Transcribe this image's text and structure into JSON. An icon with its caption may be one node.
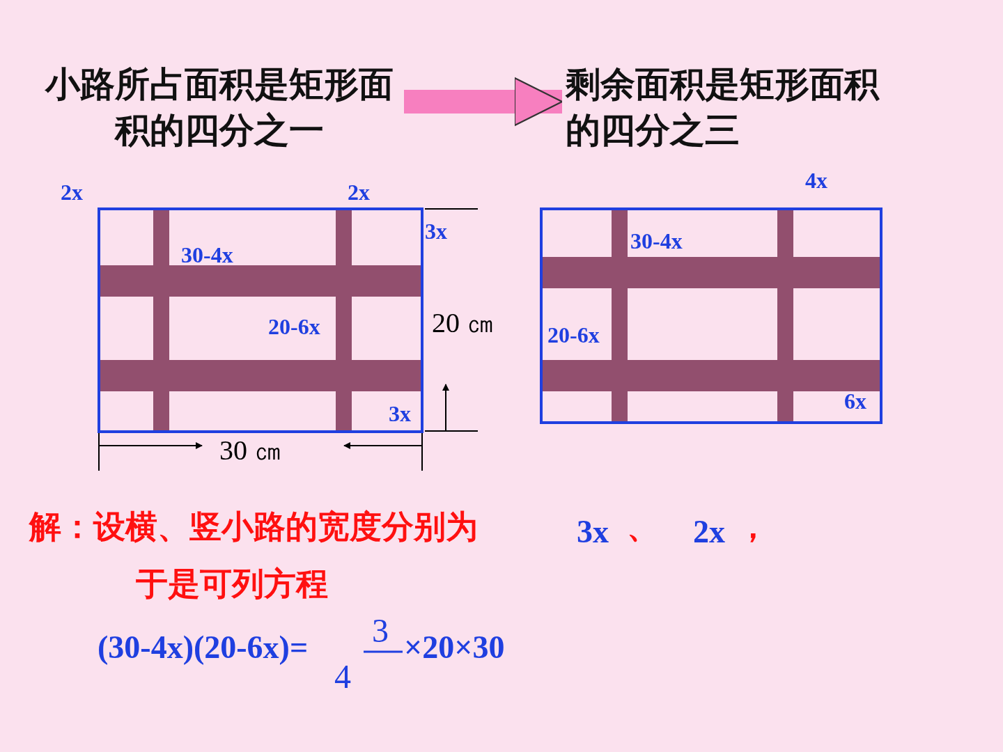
{
  "diagram": {
    "nodes": [
      {
        "text": [
          "小路所占面积是矩形面积的四分之一"
        ]
      },
      {
        "text": [
          "剩余面积是矩形面积的四分之三"
        ]
      }
    ],
    "edges": [
      {
        "from": 0,
        "to": 1,
        "arrow": "to"
      }
    ],
    "labels": [
      "2x",
      "2x",
      "4x",
      "3x",
      "30-4x",
      "30-4x",
      "20-6x",
      "20 ㎝",
      "20-6x",
      "3x",
      "6x",
      "30 ㎝",
      "解：设横、竖小路的宽度分别为",
      "3x",
      "、",
      "2x",
      "，",
      "于是可列方程",
      "(30-4x)(20-6x)=",
      "3",
      "4",
      "×20×30"
    ]
  }
}
